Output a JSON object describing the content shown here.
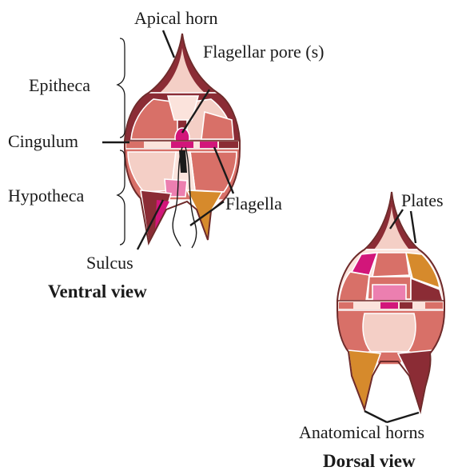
{
  "labels": {
    "apical_horn": "Apical horn",
    "flagellar_pore": "Flagellar pore (s)",
    "epitheca": "Epitheca",
    "cingulum": "Cingulum",
    "hypotheca": "Hypotheca",
    "flagella": "Flagella",
    "sulcus": "Sulcus",
    "plates": "Plates",
    "anatomical_horns": "Anatomical horns"
  },
  "titles": {
    "ventral": "Ventral view",
    "dorsal": "Dorsal view"
  },
  "colors": {
    "dark_plate": "#8b2c35",
    "red_plate": "#d87068",
    "light_plate": "#f4cfc6",
    "pale_plate": "#fbe3dc",
    "magenta": "#d2167a",
    "pink": "#ec7fb0",
    "ochre": "#d68a2c",
    "outline": "#6e2a2a"
  }
}
